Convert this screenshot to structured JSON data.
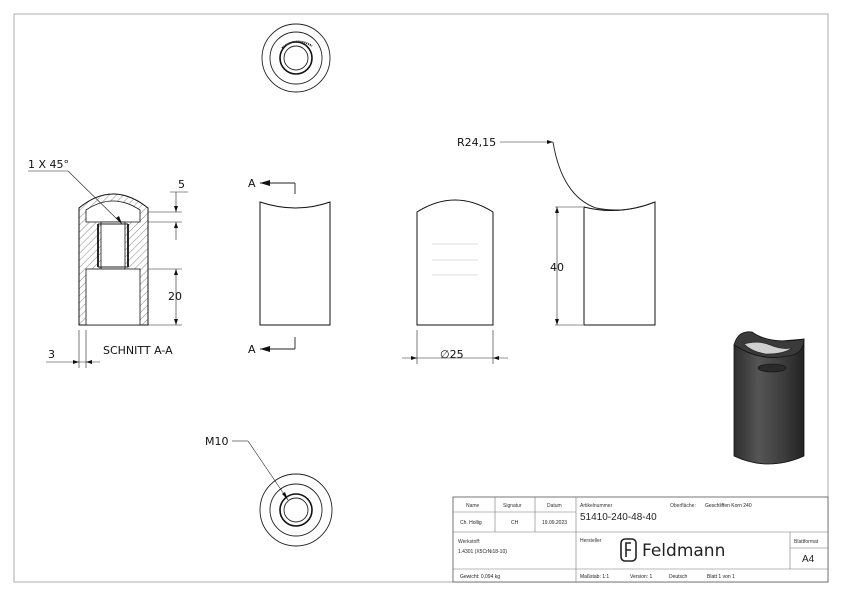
{
  "drawing": {
    "chamfer_label": "1 X 45°",
    "dim_5": "5",
    "dim_20": "20",
    "dim_3": "3",
    "section_label": "SCHNITT A-A",
    "section_marker_top": "A",
    "section_marker_bottom": "A",
    "radius_label": "R24,15",
    "dim_40": "40",
    "diameter_label": "∅25",
    "thread_label": "M10"
  },
  "title_block": {
    "headers": {
      "name": "Name",
      "signatur": "Signatur",
      "datum": "Datum",
      "artikelnummer": "Artikelnummer",
      "oberflaeche_label": "Oberfläche:",
      "werkstoff_label": "Werkstoff:",
      "hersteller_label": "Hersteller",
      "blattformat_label": "Blattformat"
    },
    "drawn_by": "Ch. Hollig",
    "signature": "CH",
    "date": "19.09.2023",
    "article_number": "51410-240-48-40",
    "surface": "Geschliffen Korn 240",
    "material": "1.4301 (X5CrNi18-10)",
    "manufacturer": "Feldmann",
    "format": "A4",
    "weight": "Gewicht: 0,094 kg",
    "scale": "Maßstab: 1:1",
    "version": "Version: 1",
    "language": "Deutsch",
    "sheet": "Blatt 1 von 1"
  }
}
